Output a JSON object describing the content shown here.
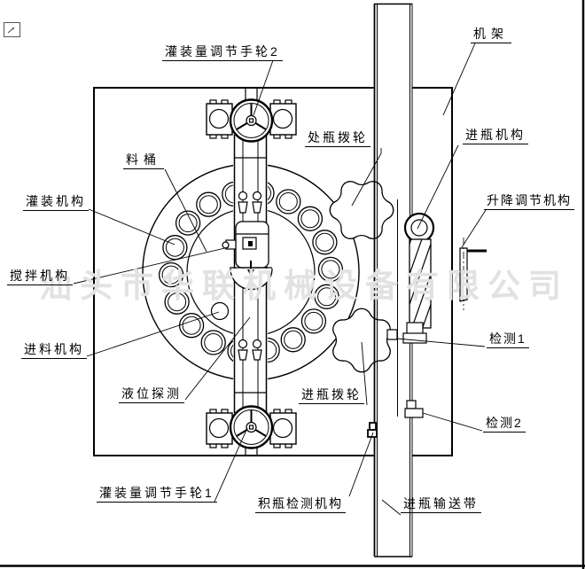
{
  "page": {
    "background": "#ffffff",
    "line_color": "#000000",
    "watermark_color": "#e2e2e2"
  },
  "watermark": {
    "text": "汕头市华联机械设备有限公司"
  },
  "corner_icon": "cursor-arrow-icon",
  "labels": {
    "handwheel2": "灌装量调节手轮2",
    "frame": "机架",
    "barrel": "料桶",
    "filling_mechanism": "灌装机构",
    "stirring_mechanism": "搅拌机构",
    "feeding_mechanism": "进料机构",
    "liquid_level_probe": "液位探测",
    "handwheel1": "灌装量调节手轮1",
    "outfeed_star_wheel": "处瓶拨轮",
    "bottle_infeed_mechanism": "进瓶机构",
    "lift_adjust_mechanism": "升降调节机构",
    "detect1": "检测1",
    "detect2": "检测2",
    "infeed_star_wheel": "进瓶拨轮",
    "bottle_accumulation_detect": "积瓶检测机构",
    "infeed_conveyor": "进瓶输送带"
  }
}
